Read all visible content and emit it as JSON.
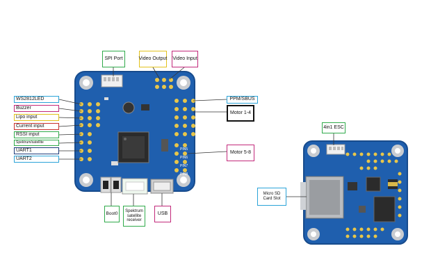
{
  "colors": {
    "pcb": "#1f5fae",
    "pcb_edge": "#174b8c",
    "pad": "#e8c64a",
    "chip": "#2b2b2b",
    "spi": "#2faa4a",
    "video_out": "#e2c21c",
    "video_in": "#c2287a",
    "ws2812": "#2aa3d8",
    "buzzer": "#c2287a",
    "lipo": "#e2c21c",
    "current": "#c9302c",
    "rssi": "#2faa4a",
    "uart1": "#1b3a7a",
    "uart2": "#2aa3d8",
    "ppm": "#2aa3d8",
    "motor14": "#111111",
    "motor58": "#c2287a"
  },
  "board1": {
    "labels": {
      "spi_port": "SPI Port",
      "video_output": "Video Output",
      "video_input": "Video Input",
      "ws2812led": "WS2812LED",
      "buzzer": "Buzzer",
      "lipo_input": "Lipo input",
      "current_input": "Current input",
      "rssi_input": "RSSI input",
      "spektrum_small": "Spektrum/satellite",
      "uart1": "UART1",
      "uart2": "UART2",
      "ppm_sbus": "PPM/SBUS",
      "motor_1_4": "Motor 1-4",
      "motor_5_8": "Motor 5-8",
      "boot0": "Boot0",
      "spektrum_receiver": "Spektrum satellite receiver",
      "usb": "USB"
    },
    "pin_labels": [
      "PIN5",
      "PIN6",
      "PIN7",
      "PIN8"
    ]
  },
  "board2": {
    "labels": {
      "esc": "4in1 ESC",
      "sd_slot": "Micro SD Card Slot"
    }
  }
}
